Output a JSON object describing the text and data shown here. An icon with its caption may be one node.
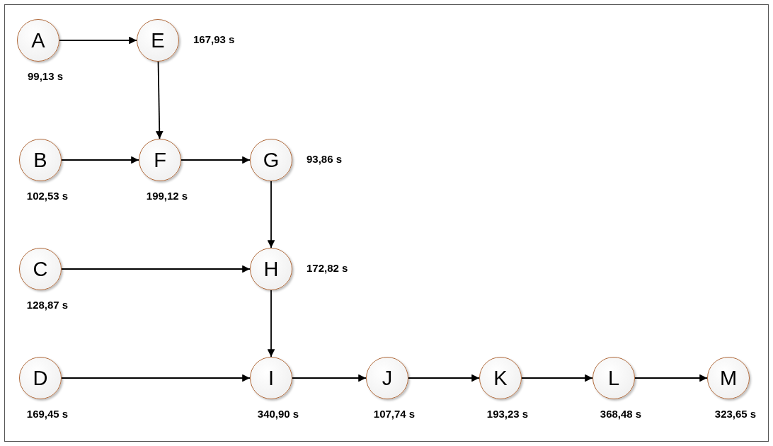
{
  "diagram": {
    "nodes": [
      {
        "text": [
          "A"
        ],
        "beside": [
          "99,13 s"
        ]
      },
      {
        "text": [
          "E"
        ],
        "beside": [
          "167,93 s"
        ]
      },
      {
        "text": [
          "B"
        ],
        "beside": [
          "102,53 s"
        ]
      },
      {
        "text": [
          "F"
        ],
        "beside": [
          "199,12 s"
        ]
      },
      {
        "text": [
          "G"
        ],
        "beside": [
          "93,86 s"
        ]
      },
      {
        "text": [
          "C"
        ],
        "beside": [
          "128,87 s"
        ]
      },
      {
        "text": [
          "H"
        ],
        "beside": [
          "172,82 s"
        ]
      },
      {
        "text": [
          "D"
        ],
        "beside": [
          "169,45 s"
        ]
      },
      {
        "text": [
          "I"
        ],
        "beside": [
          "340,90 s"
        ]
      },
      {
        "text": [
          "J"
        ],
        "beside": [
          "107,74 s"
        ]
      },
      {
        "text": [
          "K"
        ],
        "beside": [
          "193,23 s"
        ]
      },
      {
        "text": [
          "L"
        ],
        "beside": [
          "368,48 s"
        ]
      },
      {
        "text": [
          "M"
        ],
        "beside": [
          "323,65 s"
        ]
      }
    ],
    "edges": [
      {
        "from": 0,
        "to": 1,
        "arrow": "to"
      },
      {
        "from": 1,
        "to": 3,
        "arrow": "to"
      },
      {
        "from": 2,
        "to": 3,
        "arrow": "to"
      },
      {
        "from": 3,
        "to": 4,
        "arrow": "to"
      },
      {
        "from": 4,
        "to": 6,
        "arrow": "to"
      },
      {
        "from": 5,
        "to": 6,
        "arrow": "to"
      },
      {
        "from": 6,
        "to": 8,
        "arrow": "to"
      },
      {
        "from": 7,
        "to": 8,
        "arrow": "to"
      },
      {
        "from": 8,
        "to": 9,
        "arrow": "to"
      },
      {
        "from": 9,
        "to": 10,
        "arrow": "to"
      },
      {
        "from": 10,
        "to": 11,
        "arrow": "to"
      },
      {
        "from": 11,
        "to": 12,
        "arrow": "to"
      }
    ]
  }
}
